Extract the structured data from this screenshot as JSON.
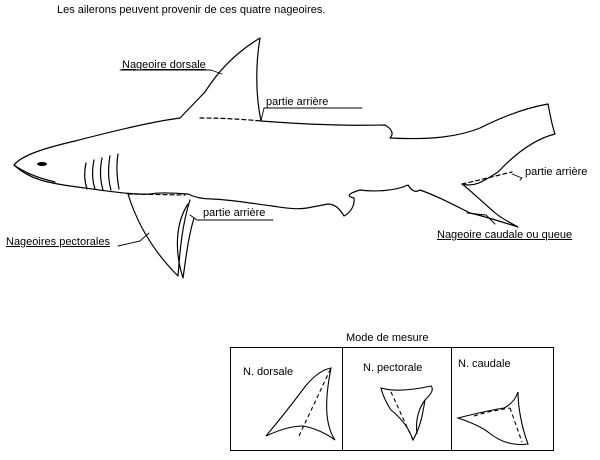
{
  "title": "Les ailerons peuvent provenir de ces quatre nageoires.",
  "labels": {
    "dorsal": "Nageoire dorsale",
    "rear_dorsal": "partie arrière",
    "rear_pectoral": "partie arrière",
    "rear_caudal": "partie arrière",
    "pectorals": "Nageoires pectorales",
    "caudal": "Nageoire caudale ou queue"
  },
  "measure": {
    "title": "Mode de mesure",
    "panels": [
      "N. dorsale",
      "N. pectorale",
      "N. caudale"
    ]
  }
}
